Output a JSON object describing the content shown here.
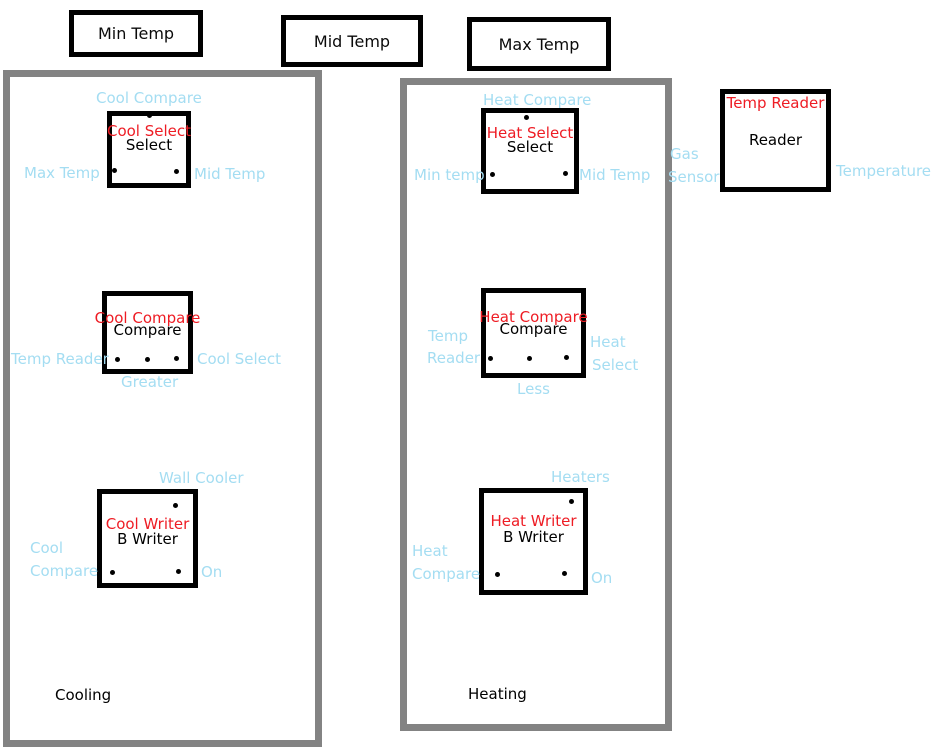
{
  "colors": {
    "accent_red": "#ee1c24",
    "label_blue": "#a4ddf2",
    "zone_border_gray": "#838383",
    "block_border_black": "#000000"
  },
  "top_boxes": {
    "min": "Min Temp",
    "mid": "Mid Temp",
    "max": "Max Temp"
  },
  "cooling": {
    "title": "Cooling",
    "select": {
      "red": "Cool Select",
      "name": "Select",
      "above": "Cool Compare",
      "left": "Max Temp",
      "right": "Mid Temp"
    },
    "compare": {
      "red": "Cool Compare",
      "name": "Compare",
      "left": "Temp Reader",
      "right": "Cool Select",
      "below": "Greater"
    },
    "writer": {
      "red": "Cool Writer",
      "name": "B Writer",
      "above": "Wall Cooler",
      "left1": "Cool",
      "left2": "Compare",
      "right": "On"
    }
  },
  "heating": {
    "title": "Heating",
    "select": {
      "red": "Heat Select",
      "name": "Select",
      "above": "Heat Compare",
      "left": "Min temp",
      "right": "Mid Temp"
    },
    "compare": {
      "red": "Heat Compare",
      "name": "Compare",
      "left1": "Temp",
      "left2": "Reader",
      "right1": "Heat",
      "right2": "Select",
      "below": "Less"
    },
    "writer": {
      "red": "Heat Writer",
      "name": "B Writer",
      "above": "Heaters",
      "left1": "Heat",
      "left2": "Compare",
      "right": "On"
    }
  },
  "reader": {
    "red": "Temp Reader",
    "name": "Reader",
    "left1": "Gas",
    "left2": "Sensor",
    "right": "Temperature"
  }
}
